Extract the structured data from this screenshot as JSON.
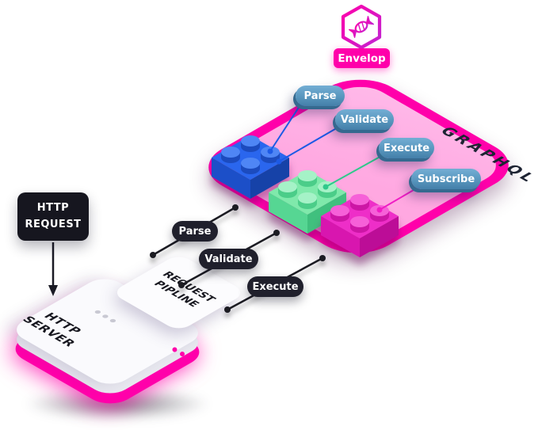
{
  "colors": {
    "brand_pink": "#FF00AA",
    "brand_purple": "#C026D3",
    "panel_fill": "#FFA8E1",
    "panel_text": "#1E2433",
    "badge_blue_light": "#74AED4",
    "badge_blue_mid": "#5896BE",
    "badge_blue_dark": "#447FA9",
    "badge_blue_edge": "#35698F",
    "dark": "#20202C",
    "line_dark": "#1A1A24"
  },
  "envelop": {
    "logo_icon": "hexagon-candy-icon",
    "badge_label": "Envelop",
    "panel_label": "GRAPHQL",
    "plugins": [
      {
        "label": "Parse",
        "brick": "blue"
      },
      {
        "label": "Validate",
        "brick": "blue"
      },
      {
        "label": "Execute",
        "brick": "green"
      },
      {
        "label": "Subscribe",
        "brick": "pink"
      }
    ]
  },
  "bricks": [
    {
      "name": "blue",
      "top": "#2A66EE",
      "left": "#1D50C8",
      "right": "#1843A8",
      "stud_top": "#4F86F5",
      "stud_side": "#1B4BBE",
      "connector": "#1D5AE5"
    },
    {
      "name": "green",
      "top": "#7FE9AB",
      "left": "#56D693",
      "right": "#3FC07E",
      "stud_top": "#A5F2C7",
      "stud_side": "#4CCD89",
      "connector": "#2FC98B"
    },
    {
      "name": "pink",
      "top": "#EE2FC8",
      "left": "#D818AF",
      "right": "#BC0F97",
      "stud_top": "#F661D8",
      "stud_side": "#CC14A5",
      "connector": "#F01DC4"
    }
  ],
  "pipeline_stages": [
    "Parse",
    "Validate",
    "Execute"
  ],
  "http_request": {
    "line1": "HTTP",
    "line2": "REQUEST"
  },
  "request_pipeline": {
    "line1": "REQUEST",
    "line2": "PIPLINE"
  },
  "http_server": {
    "line1": "HTTP",
    "line2": "SERVER"
  }
}
